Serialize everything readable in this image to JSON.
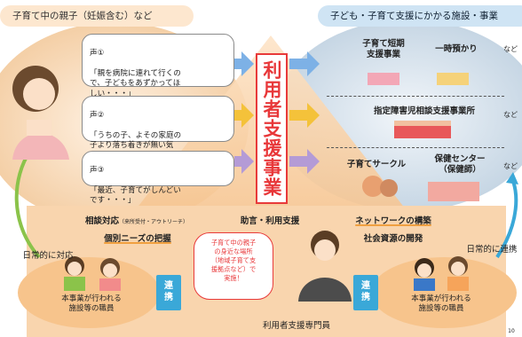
{
  "header_left": "子育て中の親子（妊娠含む）など",
  "header_right": "子ども・子育て支援にかかる施設・事業",
  "voices": [
    {
      "title": "声①",
      "text": "「親を病院に連れて行くの\nで、子どもをあずかってほ\nしい・・・」"
    },
    {
      "title": "声②",
      "text": "「うちの子、よその家庭の\n子より落ち着きが無い気\nがする・・・」"
    },
    {
      "title": "声③",
      "text": "「最近、子育てがしんどい\nです・・・」"
    }
  ],
  "center_title": "利用者支援事業",
  "services": {
    "short_stay": "子育て短期\n支援事業",
    "temporary": "一時預かり",
    "etc1": "など",
    "disability": "指定障害児相談支援事業所",
    "etc2": "など",
    "circle": "子育てサークル",
    "health": "保健センター\n（保健師）",
    "etc3": "など"
  },
  "functions": {
    "consult": "相談対応",
    "consult_note": "（来所受付・アウトリーチ）",
    "needs": "個別ニーズの把握",
    "advice": "助言・利用支援",
    "network": "ネットワークの構築",
    "resources": "社会資源の開発"
  },
  "daily_left": "日常的に対応",
  "daily_right": "日常的に連携",
  "location_bubble": "子育て中の親子\nの身近な場所\n（地域子育て支\n援拠点など）で\n実施！",
  "renkei_left": "連\n携",
  "renkei_right": "連\n携",
  "staff_left": "本事業が行われる\n施設等の職員",
  "staff_right": "本事業が行われる\n施設等の職員",
  "specialist": "利用者支援専門員",
  "page_number": "10",
  "colors": {
    "accent_red": "#e8383a",
    "blue": "#3aa8d8",
    "orange_bg": "#fbd7b0",
    "blue_bg": "#d9e8f3"
  }
}
